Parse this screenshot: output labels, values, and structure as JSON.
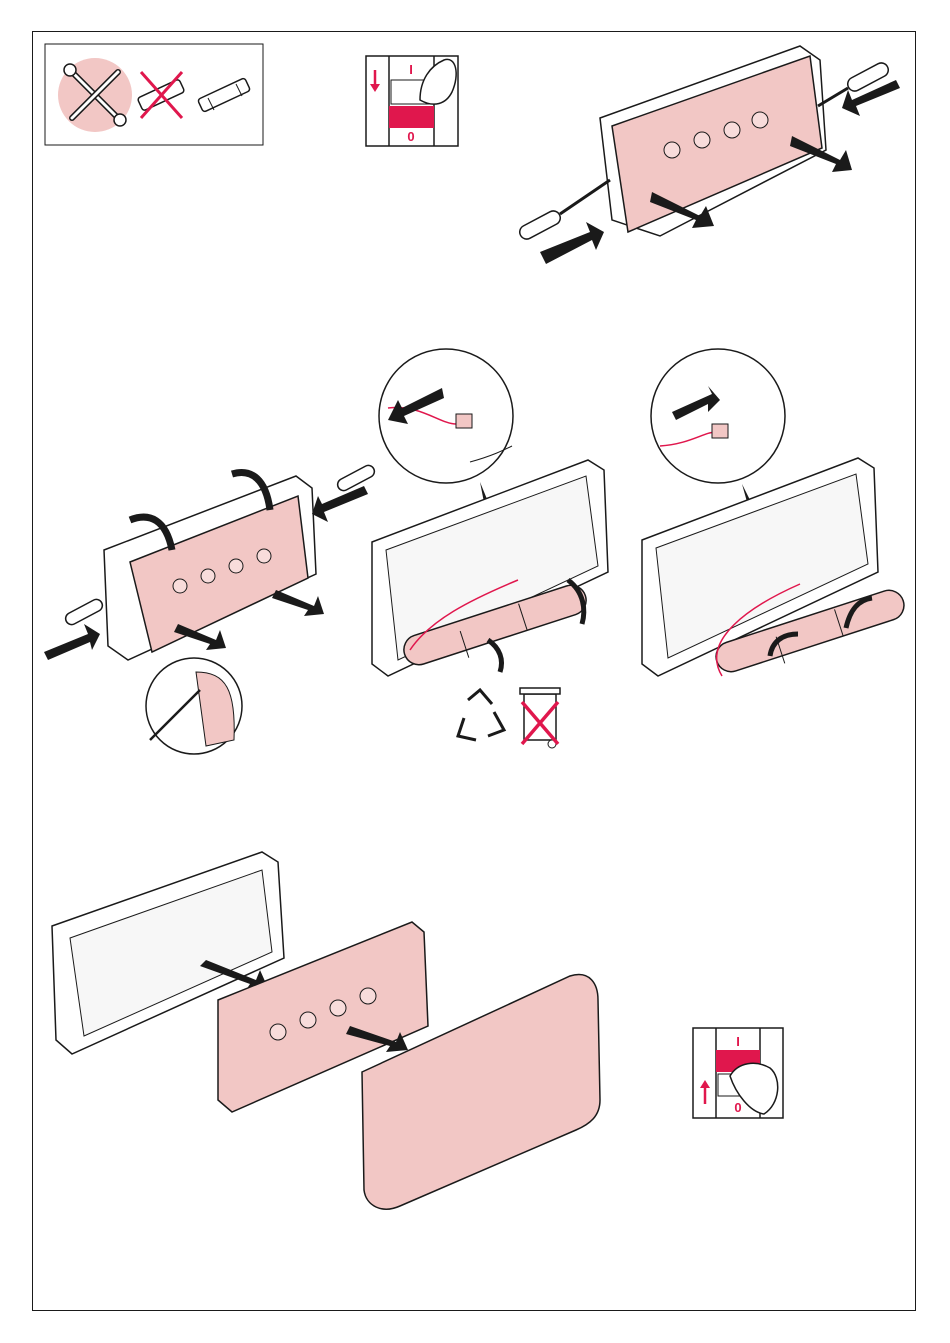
{
  "colors": {
    "accent": "#e0174d",
    "pink_fill": "#f2c7c5",
    "pink_light": "#f8dcdb",
    "line": "#1a1a1a",
    "grey": "#d8d8d8"
  },
  "switch_top": {
    "on_label": "I",
    "off_label": "0",
    "direction": "down"
  },
  "switch_bottom": {
    "on_label": "I",
    "off_label": "0",
    "direction": "up"
  },
  "tools_box": {
    "icons": [
      "tools-icon",
      "no-fuse-icon",
      "fuse-icon"
    ]
  },
  "disposal": {
    "icons": [
      "recycle-icon",
      "no-bin-icon"
    ]
  }
}
